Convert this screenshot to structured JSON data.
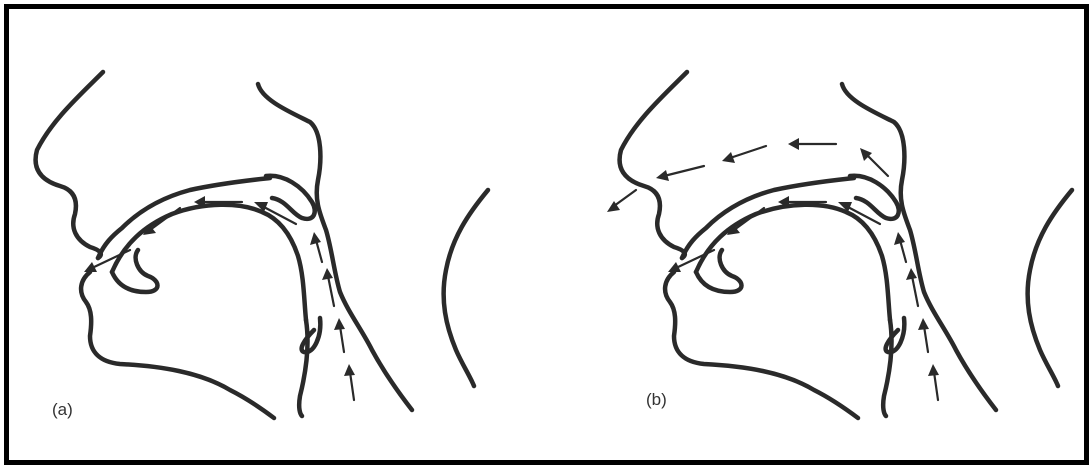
{
  "panels": [
    {
      "label": "(a)",
      "airflow": "oral"
    },
    {
      "label": "(b)",
      "airflow": "oral-and-nasal"
    }
  ],
  "colors": {
    "line": "#2a2a2a",
    "frame": "#000000",
    "background": "#ffffff"
  }
}
